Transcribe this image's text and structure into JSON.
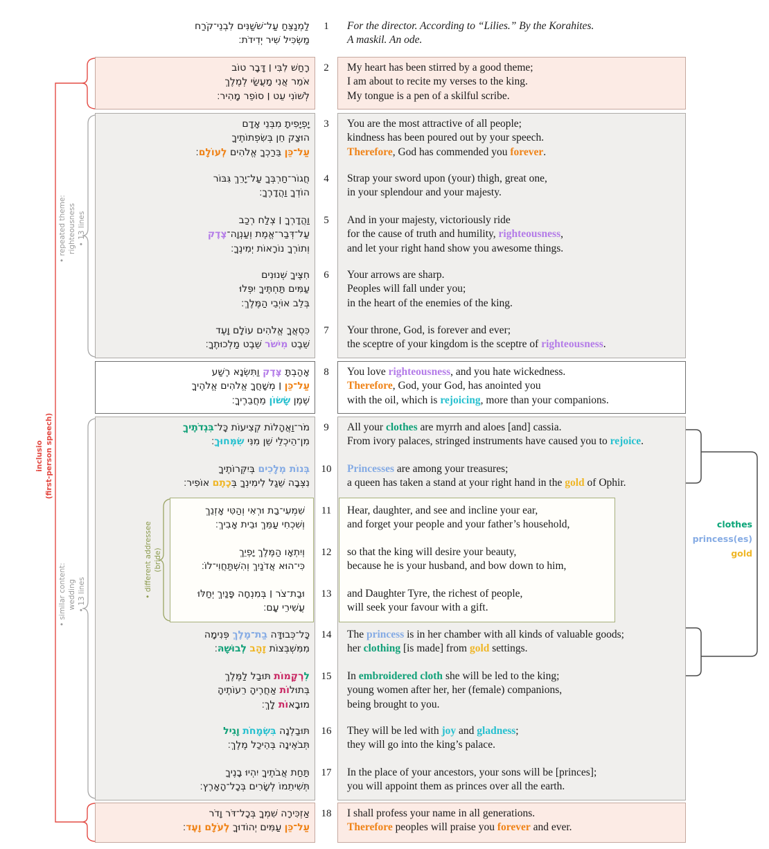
{
  "colors": {
    "therefore_forever_orange": "#ef8318",
    "righteousness_purple": "#b47ce8",
    "rejoicing_cyan": "#27c0cf",
    "clothes_teal": "#10a078",
    "princess_blue": "#85abe4",
    "gold_yellow": "#efb626",
    "feminine_plural_magenta": "#c92863",
    "inclusio_red": "#e34b44",
    "bride_olive": "#8b9a4d",
    "theme_label_gray": "#9a9a9a",
    "intro_box_pink": "#fcebe5",
    "body_box_gray": "#f0efed"
  },
  "verses": [
    {
      "num": "1",
      "italic": true,
      "hebrew": [
        "לַמְנַצֵּחַ עַל־שֹׁשַׁנִּים לִבְנֵי־קֹרַח",
        "מַשְׂכִּיל שִׁיר יְדִידֹת׃"
      ],
      "english": [
        "For the director. According to “Lilies.” By the Korahites.",
        "A maskil. An ode."
      ]
    },
    {
      "num": "2",
      "hebrew": [
        "רָחַשׁ לִבִּי ׀ דָּבָר טוֹב",
        "אֹמֵר אֲנִי מַעֲשַׂי לְמֶלֶךְ",
        "לְשׁוֹנִי עֵט ׀ סוֹפֵר מָהִיר׃"
      ],
      "english": [
        "My heart has been stirred by a good theme;",
        "I am about to recite my verses to the king.",
        "My tongue is a pen of a skilful scribe."
      ]
    },
    {
      "num": "3",
      "hebrew": [
        "יָפְיָפִיתָ מִבְּנֵי אָדָם",
        "הוּצַק חֵן בְּשִׂפְתוֹתֶיךָ",
        [
          [
            "עַל־כֵּן",
            "orange"
          ],
          [
            " בֵּרַכְךָ אֱלֹהִים "
          ],
          [
            "לְעוֹלָם",
            "orange"
          ],
          [
            "׃"
          ]
        ]
      ],
      "english": [
        "You are the most attractive of all people;",
        "kindness has been poured out by your speech.",
        [
          [
            "Therefore",
            "orange"
          ],
          [
            ", God has commended you "
          ],
          [
            "forever",
            "orange"
          ],
          [
            "."
          ]
        ]
      ]
    },
    {
      "num": "4",
      "hebrew": [
        "חֲגוֹר־חַרְבְּךָ עַל־יָרֵךְ גִּבּוֹר",
        "הוֹדְךָ וַהֲדָרֶךָ׃"
      ],
      "english": [
        "Strap your sword upon (your) thigh, great one,",
        "in your splendour and your majesty."
      ]
    },
    {
      "num": "5",
      "hebrew": [
        "וַהֲדָרְךָ ׀ צְלַח רְכַב",
        [
          [
            "עַל־דְּבַר־אֱמֶת וְעַנְוָה־"
          ],
          [
            "צֶדֶק",
            "purple"
          ]
        ],
        "וְתוֹרְךָ נוֹרָאוֹת יְמִינֶךָ׃"
      ],
      "english": [
        "And in your majesty, victoriously ride",
        [
          [
            "for the cause of truth and humility, "
          ],
          [
            "righteousness",
            "purple"
          ],
          [
            ","
          ]
        ],
        "and let your right hand show you awesome things."
      ]
    },
    {
      "num": "6",
      "hebrew": [
        "חִצֶּיךָ שְׁנוּנִים",
        "עַמִּים תַּחְתֶּיךָ יִפְּלוּ",
        "בְּלֵב אוֹיְבֵי הַמֶּלֶךְ׃"
      ],
      "english": [
        "Your arrows are sharp.",
        "Peoples will fall under you;",
        "in the heart of the enemies of the king."
      ]
    },
    {
      "num": "7",
      "hebrew": [
        "כִּסְאֲךָ אֱלֹהִים עוֹלָם וָעֶד",
        [
          [
            "שֵׁבֶט "
          ],
          [
            "מִישֹׁר",
            "purple"
          ],
          [
            " שֵׁבֶט מַלְכוּתֶךָ׃"
          ]
        ]
      ],
      "english": [
        "Your throne, God, is forever and ever;",
        [
          [
            "the sceptre of your kingdom is the sceptre of "
          ],
          [
            "righteousness",
            "purple"
          ],
          [
            "."
          ]
        ]
      ]
    },
    {
      "num": "8",
      "hebrew": [
        [
          [
            "אָהַבְתָּ "
          ],
          [
            "צֶּדֶק",
            "purple"
          ],
          [
            " וַתִּשְׂנָא רֶשַׁע"
          ]
        ],
        [
          [
            "עַל־כֵּן",
            "orange"
          ],
          [
            " ׀ מְשָׁחֲךָ אֱלֹהִים אֱלֹהֶיךָ"
          ]
        ],
        [
          [
            "שֶׁמֶן "
          ],
          [
            "שָׂשׂוֹן",
            "cyan"
          ],
          [
            " מֵחֲבֵרֶיךָ׃"
          ]
        ]
      ],
      "english": [
        [
          [
            "You love "
          ],
          [
            "righteousness",
            "purple"
          ],
          [
            ", and you hate wickedness."
          ]
        ],
        [
          [
            "Therefore",
            "orange"
          ],
          [
            ", God, your God, has anointed you"
          ]
        ],
        [
          [
            "with the oil, which is "
          ],
          [
            "rejoicing",
            "cyan"
          ],
          [
            ", more than your companions."
          ]
        ]
      ]
    },
    {
      "num": "9",
      "hebrew": [
        [
          [
            "מֹר־וַאֲהָלוֹת קְצִיעוֹת כָּל־"
          ],
          [
            "בִּגְדֹתֶיךָ",
            "teal"
          ]
        ],
        [
          [
            "מִן־הֵיכְלֵי שֵׁן מִנִּי "
          ],
          [
            "שִׂמְּחוּךָ",
            "cyan"
          ],
          [
            "׃"
          ]
        ]
      ],
      "english": [
        [
          [
            "All your "
          ],
          [
            "clothes",
            "teal"
          ],
          [
            " are myrrh and aloes [and] cassia."
          ]
        ],
        [
          [
            "From ivory palaces, stringed instruments have caused you to "
          ],
          [
            "rejoice",
            "cyan"
          ],
          [
            "."
          ]
        ]
      ]
    },
    {
      "num": "10",
      "hebrew": [
        [
          [
            "בְּנוֹת מְלָכִים",
            "blue"
          ],
          [
            " בְּיִקְּרוֹתֶיךָ"
          ]
        ],
        [
          [
            "נִצְּבָה שֵׁגַל לִימִינְךָ בְּ"
          ],
          [
            "כֶתֶם",
            "gold"
          ],
          [
            " אוֹפִיר׃"
          ]
        ]
      ],
      "english": [
        [
          [
            "Princesses",
            "blue"
          ],
          [
            " are among your treasures;"
          ]
        ],
        [
          [
            "a queen has taken a stand at your right hand in the "
          ],
          [
            "gold",
            "gold"
          ],
          [
            " of Ophir."
          ]
        ]
      ]
    },
    {
      "num": "11",
      "inner": true,
      "hebrew": [
        "שִׁמְעִי־בַת וּרְאִי וְהַטִּי אָזְנֵךְ",
        "וְשִׁכְחִי עַמֵּךְ וּבֵית אָבִיךְ׃"
      ],
      "english": [
        "Hear, daughter, and see and incline your ear,",
        "and forget your people and your father’s household,"
      ]
    },
    {
      "num": "12",
      "inner": true,
      "hebrew": [
        "וְיִתְאָו הַמֶּלֶךְ יָפְיֵךְ",
        "כִּי־הוּא אֲדֹנַיִךְ וְהִשְׁתַּחֲוִי־לוֹ׃"
      ],
      "english": [
        "so that the king will desire your beauty,",
        "because he is your husband, and bow down to him,"
      ]
    },
    {
      "num": "13",
      "inner": true,
      "hebrew": [
        "וּבַת־צֹר ׀ בְּמִנְחָה פָּנַיִךְ יְחַלּוּ",
        "עֲשִׁירֵי עָם׃"
      ],
      "english": [
        "and Daughter Tyre, the richest of people,",
        "will seek your favour with a gift."
      ]
    },
    {
      "num": "14",
      "hebrew": [
        [
          [
            "כָּל־כְּבוּדָּה "
          ],
          [
            "בַת־מֶלֶךְ",
            "blue"
          ],
          [
            " פְּנִימָה"
          ]
        ],
        [
          [
            "מִמִּשְׁבְּצוֹת "
          ],
          [
            "זָהָב",
            "gold"
          ],
          [
            " "
          ],
          [
            "לְבוּשָׁהּ",
            "teal"
          ],
          [
            "׃"
          ]
        ]
      ],
      "english": [
        [
          [
            "The "
          ],
          [
            "princess",
            "blue"
          ],
          [
            " is in her chamber with all kinds of valuable goods;"
          ]
        ],
        [
          [
            "her "
          ],
          [
            "clothing",
            "teal"
          ],
          [
            " [is made] from "
          ],
          [
            "gold",
            "gold"
          ],
          [
            " settings."
          ]
        ]
      ]
    },
    {
      "num": "15",
      "hebrew": [
        [
          [
            "לִ",
            "teal"
          ],
          [
            "רְקָמוֹת",
            "magenta"
          ],
          [
            " תּוּבַל לַמֶּלֶךְ"
          ]
        ],
        [
          [
            "בְּתוּל"
          ],
          [
            "וֹת",
            "magenta"
          ],
          [
            " אַחֲרֶיהָ רֵעוֹתֶיהָ"
          ]
        ],
        [
          [
            "מוּבָא"
          ],
          [
            "וֹת",
            "magenta"
          ],
          [
            " לָךְ׃"
          ]
        ]
      ],
      "english": [
        [
          [
            "In "
          ],
          [
            "embroidered cloth",
            "teal"
          ],
          [
            " she will be led to the king;"
          ]
        ],
        "young women after her, her (female) companions,",
        "being brought to you."
      ]
    },
    {
      "num": "16",
      "hebrew": [
        [
          [
            "תּוּבַלְנָה "
          ],
          [
            "בִּשְׂמָחֹת",
            "cyan"
          ],
          [
            " "
          ],
          [
            "וָגִיל",
            "teal"
          ]
        ],
        "תְּבֹאֶינָה בְּהֵיכַל מֶלֶךְ׃"
      ],
      "english": [
        [
          [
            "They will be led with "
          ],
          [
            "joy",
            "cyan"
          ],
          [
            " and "
          ],
          [
            "gladness",
            "cyan"
          ],
          [
            ";"
          ]
        ],
        "they will go into the king’s palace."
      ]
    },
    {
      "num": "17",
      "hebrew": [
        "תַּחַת אֲבֹתֶיךָ יִהְיוּ בָנֶיךָ",
        "תְּשִׁיתֵמוֹ לְשָׂרִים בְּכָל־הָאָרֶץ׃"
      ],
      "english": [
        "In the place of your ancestors, your sons will be [princes];",
        "you will appoint them as princes over all the earth."
      ]
    },
    {
      "num": "18",
      "hebrew": [
        "אַזְכִּירָה שִׁמְךָ בְּכָל־דֹּר וָדֹר",
        [
          [
            "עַל־כֵּן",
            "orange"
          ],
          [
            " עַמִּים יְהוֹדוּךָ "
          ],
          [
            "לְעֹלָם וָעֶד",
            "orange"
          ],
          [
            "׃"
          ]
        ]
      ],
      "english": [
        "I shall profess your name in all generations.",
        [
          [
            "Therefore",
            "orange"
          ],
          [
            " peoples will praise you "
          ],
          [
            "forever",
            "orange"
          ],
          [
            " and ever."
          ]
        ]
      ]
    }
  ],
  "annotations": {
    "inclusio": {
      "lines": [
        "inclusio",
        "(first-person speech)"
      ]
    },
    "theme": {
      "lines": [
        "• repeated theme:",
        "righteousness",
        "• 13 lines"
      ]
    },
    "wedding": {
      "lines": [
        "• similar content:",
        "wedding",
        "• 13 lines"
      ]
    },
    "bride": {
      "lines": [
        "• different addressee",
        "(bride)"
      ]
    },
    "motifs": {
      "clothes": "clothes",
      "princess": "princess(es)",
      "gold": "gold"
    }
  }
}
